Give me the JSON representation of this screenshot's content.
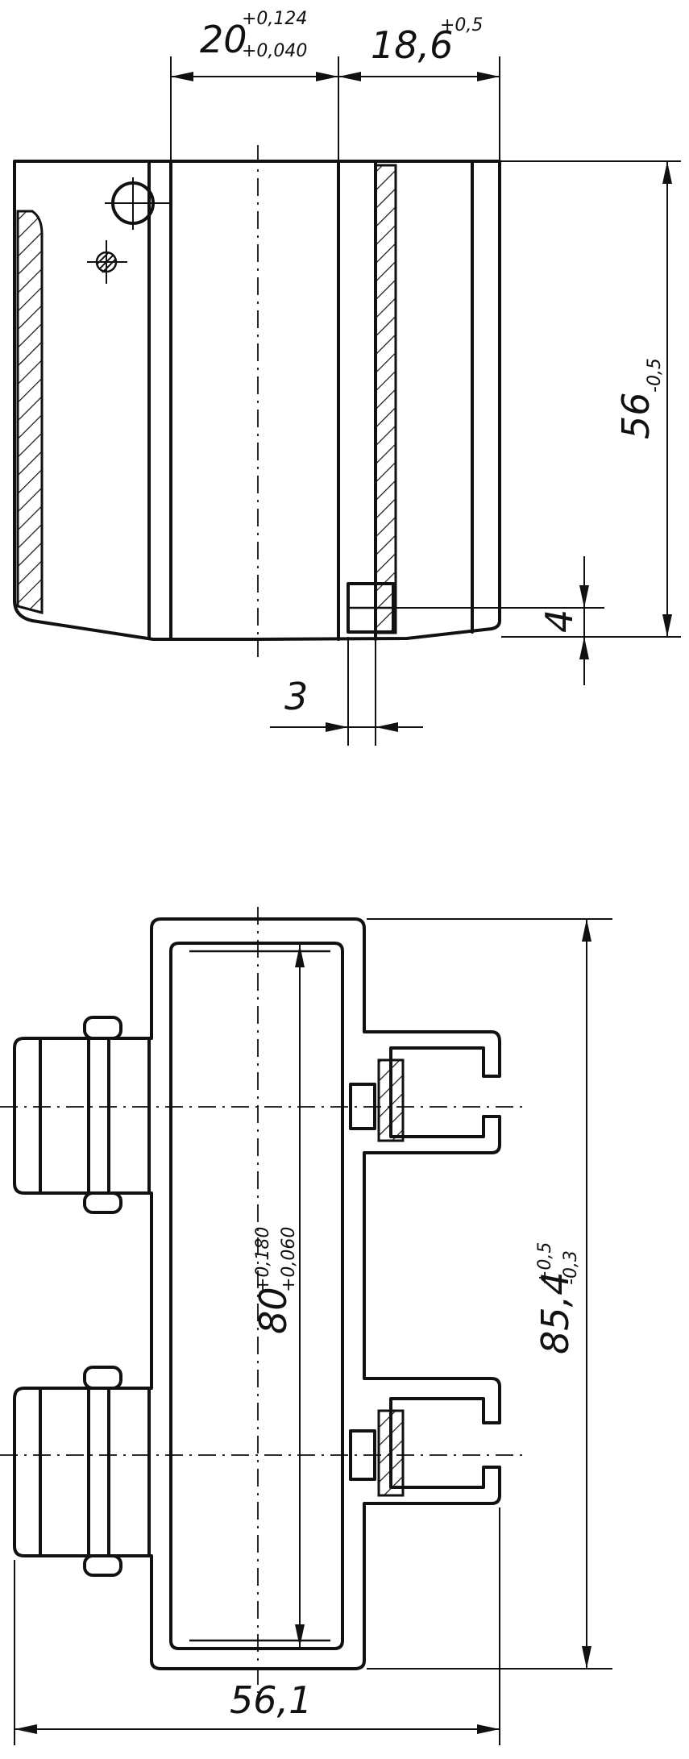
{
  "top_view": {
    "dim_a_main": "20",
    "dim_a_upper": "+0,124",
    "dim_a_lower": "+0,040",
    "dim_b_main": "18,6",
    "dim_b_upper": "+0,5",
    "height_main": "56",
    "height_tol": "-0,5",
    "step_value": "4",
    "gap_value": "3"
  },
  "bottom_view": {
    "inner_main": "80",
    "inner_upper": "+0,180",
    "inner_lower": "+0,060",
    "outer_main": "85,4",
    "outer_upper": "+0,5",
    "outer_lower": "-0,3",
    "width_value": "56,1"
  }
}
